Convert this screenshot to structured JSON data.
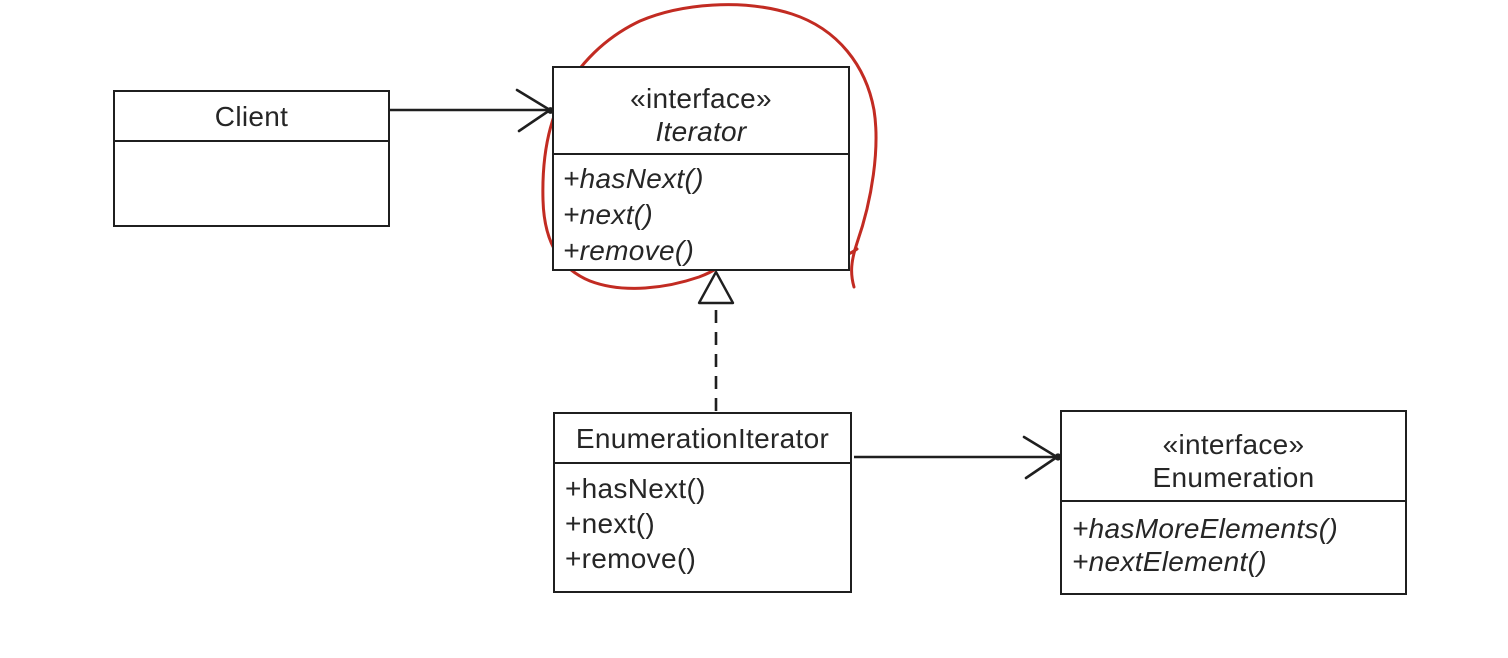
{
  "diagram": {
    "kind": "uml-class-diagram",
    "pattern": "Iterator adapting Enumeration"
  },
  "colors": {
    "line": "#1f1f1f",
    "annotation": "#c22b22",
    "background": "#ffffff"
  },
  "classes": {
    "client": {
      "title": "Client"
    },
    "iterator": {
      "stereotype": "«interface»",
      "title": "Iterator",
      "methods": [
        "+hasNext()",
        "+next()",
        "+remove()"
      ]
    },
    "enumeration_iterator": {
      "title": "EnumerationIterator",
      "methods": [
        "+hasNext()",
        "+next()",
        "+remove()"
      ]
    },
    "enumeration": {
      "stereotype": "«interface»",
      "title": "Enumeration",
      "methods": [
        "+hasMoreElements()",
        "+nextElement()"
      ]
    }
  },
  "relationships": [
    {
      "type": "association",
      "from": "Client",
      "to": "Iterator"
    },
    {
      "type": "realization",
      "from": "EnumerationIterator",
      "to": "Iterator"
    },
    {
      "type": "association",
      "from": "EnumerationIterator",
      "to": "Enumeration"
    }
  ],
  "annotation": {
    "shape": "freehand-red-circle",
    "target": "Iterator interface box"
  }
}
